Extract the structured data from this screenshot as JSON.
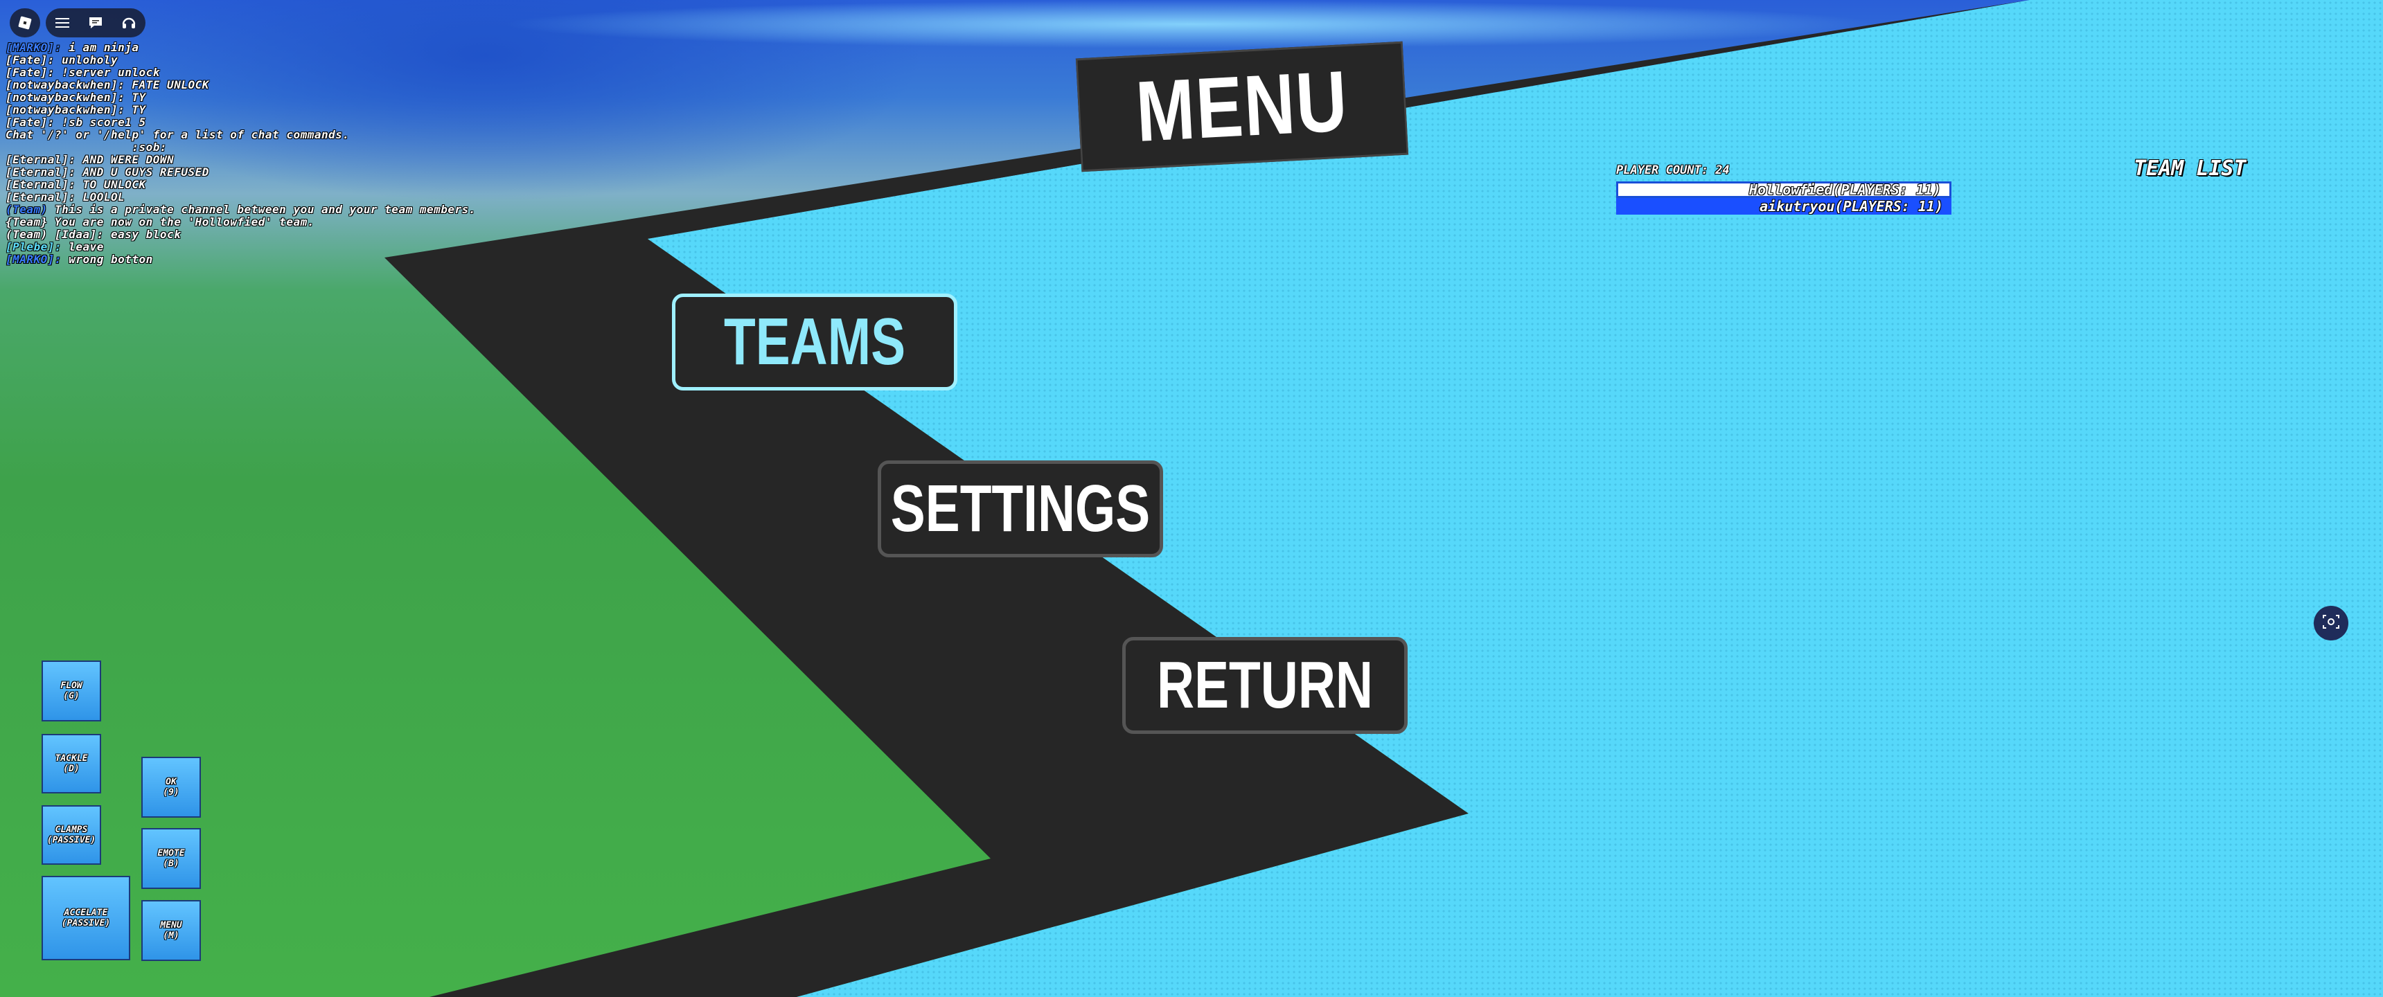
{
  "topbar": {
    "logo_icon": "roblox-logo-icon",
    "menu_icon": "hamburger-icon",
    "chat_icon": "chat-icon",
    "voice_icon": "headset-icon"
  },
  "chat": {
    "lines": [
      {
        "name": "[MARKO]:",
        "text": " i am ninja",
        "name_color": "blue"
      },
      {
        "name": "",
        "text": "[Fate]: unloholy"
      },
      {
        "name": "",
        "text": "[Fate]: !server unlock"
      },
      {
        "name": "",
        "text": "[notwaybackwhen]: FATE UNLOCK"
      },
      {
        "name": "",
        "text": "[notwaybackwhen]: TY"
      },
      {
        "name": "",
        "text": "[notwaybackwhen]: TY"
      },
      {
        "name": "",
        "text": "[Fate]: !sb score1 5"
      },
      {
        "name": "",
        "text": "Chat '/?' or '/help' for a list of chat commands."
      },
      {
        "name": "",
        "text": "                  :sob:"
      },
      {
        "name": "",
        "text": "[Eternal]: AND WERE DOWN"
      },
      {
        "name": "",
        "text": "[Eternal]: AND U GUYS REFUSED"
      },
      {
        "name": "",
        "text": "[Eternal]: TO UNLOCK"
      },
      {
        "name": "",
        "text": "[Eternal]: LOOLOL"
      },
      {
        "name": "(Team)",
        "text": " This is a private channel between you and your team members.",
        "name_color": "blue"
      },
      {
        "name": "",
        "text": "{Team} You are now on the 'Hollowfied' team."
      },
      {
        "name": "",
        "text": "(Team) [Idaa]: easy block"
      },
      {
        "name": "[Plebe]:",
        "text": " leave",
        "name_color": "cyan"
      },
      {
        "name": "[MARKO]:",
        "text": " wrong botton",
        "name_color": "blue"
      }
    ]
  },
  "menu": {
    "title": "MENU",
    "teams_label": "TEAMS",
    "settings_label": "SETTINGS",
    "return_label": "RETURN"
  },
  "team_list": {
    "player_count": "PLAYER COUNT: 24",
    "title": "TEAM LIST",
    "teams": [
      {
        "label": "Hollowfied(PLAYERS: 11)"
      },
      {
        "label": "aikutryou(PLAYERS: 11)"
      }
    ]
  },
  "right_button_icon": "screenshot-icon",
  "abilities": {
    "flow": "FLOW\n(G)",
    "tackle": "TACKLE\n(D)",
    "clamps": "CLAMPS\n(PASSIVE)",
    "accelerate": "ACCELATE\n(PASSIVE)",
    "ok": "OK\n(9)",
    "emote": "EMOTE\n(B)",
    "menu": "MENU\n(M)"
  },
  "colors": {
    "cyan_bg": "#56d8fa",
    "dark_panel": "#262626",
    "teams_accent": "#8fe9fb",
    "team2_blue": "#1a4fff"
  }
}
